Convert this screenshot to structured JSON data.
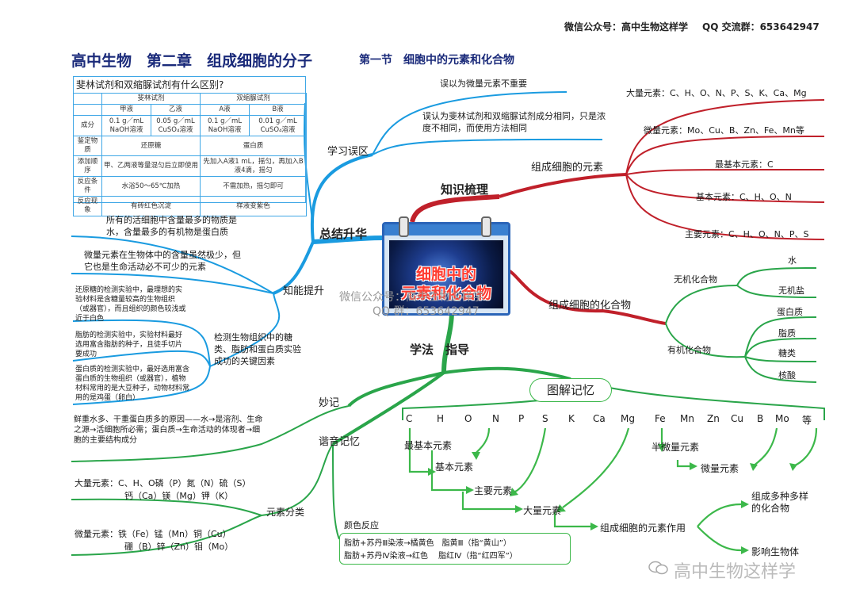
{
  "header": {
    "wechat": "微信公众号：高中生物这样学",
    "qq": "QQ 交流群：653642947",
    "title": "高中生物　第二章　组成细胞的分子",
    "section": "第一节　细胞中的元素和化合物"
  },
  "center": {
    "line1": "细胞中的",
    "line2": "元素和化合物",
    "watermark1": "微信公众号：高中生物这样学",
    "watermark2": "QQ 群：653642947"
  },
  "branches": {
    "knowledge": "知识梳理",
    "summary": "总结升华",
    "method": "学法　指导",
    "mistakes": "学习误区",
    "ability": "知能提升",
    "elements": "组成细胞的元素",
    "compounds": "组成细胞的化合物",
    "memo": "妙记",
    "homophone": "谐音记忆",
    "classify": "元素分类",
    "diagram": "图解记忆"
  },
  "mistakes": {
    "item1": "误以为微量元素不重要",
    "item2": "误认为斐林试剂和双缩脲试剂成分相同，只是浓度不相同，而使用方法相同"
  },
  "elements": {
    "major": "大量元素：C、H、O、N、P、S、K、Ca、Mg",
    "trace": "微量元素：Mo、Cu、B、Zn、Fe、Mn等",
    "most_basic": "最基本元素：C",
    "basic": "基本元素：C、H、O、N",
    "main": "主要元素：C、H、O、N、P、S"
  },
  "compounds": {
    "inorganic": "无机化合物",
    "water": "水",
    "salt": "无机盐",
    "organic": "有机化合物",
    "protein": "蛋白质",
    "fat": "脂质",
    "sugar": "糖类",
    "nucleic": "核酸"
  },
  "table": {
    "question": "斐林试剂和双缩脲试剂有什么区别?",
    "h_fehling": "斐林试剂",
    "h_biuret": "双缩脲试剂",
    "sub_a1": "甲液",
    "sub_b1": "乙液",
    "sub_a2": "A液",
    "sub_b2": "B液",
    "r_comp": "成分",
    "c1": "0.1 g／mL NaOH溶液",
    "c2": "0.05 g／mL CuSO₄溶液",
    "c3": "0.1 g／mL NaOH溶液",
    "c4": "0.01 g／mL CuSO₄溶液",
    "r_id": "鉴定物质",
    "id1": "还原糖",
    "id2": "蛋白质",
    "r_order": "添加顺序",
    "order1": "甲、乙两液等量混匀后立即使用",
    "order2": "先加入A液1 mL，摇匀，再加入B液4滴，摇匀",
    "r_cond": "反应条件",
    "cond1": "水浴50～65℃加热",
    "cond2": "不需加热，摇匀即可",
    "r_phen": "反应现象",
    "phen1": "有砖红色沉淀",
    "phen2": "样液变紫色"
  },
  "ability": {
    "fact1": "所有的活细胞中含量最多的物质是水，含量最多的有机物是蛋白质",
    "fact2": "微量元素在生物体中的含量虽然极少，但它也是生命活动必不可少的元素",
    "key": "检测生物组织中的糖类、脂肪和蛋白质实验成功的关键因素",
    "sugar_note": "还原糖的检测实验中，最理想的实验材料是含糖量较高的生物组织（或器官），而且组织的颜色较浅或近于白色",
    "fat_note": "脂肪的检测实验中，实验材料最好选用富含脂肪的种子，且徒手切片要成功",
    "protein_note": "蛋白质的检测实验中，最好选用富含蛋白质的生物组织（或器官），植物材料常用的是大豆种子，动物材料常用的是鸡蛋（卵白）"
  },
  "memo": {
    "text": "鲜重水多、干重蛋白质多的原因——水→是溶剂、生命之源→活细胞所必需；蛋白质→生命活动的体现者→细胞的主要结构成分"
  },
  "classify": {
    "major1": "大量元素：C、H、O磷（P）氮（N）硫（S）",
    "major2": "钙（Ca）镁（Mg）钾（K）",
    "trace1": "微量元素：铁（Fe）锰（Mn）铜（Cu）",
    "trace2": "硼（B）锌（Zn）钼（Mo）"
  },
  "color": {
    "title": "颜色反应",
    "line1": "脂肪+苏丹Ⅲ染液→橘黄色　脂黄Ⅲ（指“黄山”）",
    "line2": "脂肪+苏丹Ⅳ染液→红色　 脂红Ⅳ（指“红四军”）"
  },
  "diagram": {
    "symbols": [
      "C",
      "H",
      "O",
      "N",
      "P",
      "S",
      "K",
      "Ca",
      "Mg",
      "Fe",
      "Mn",
      "Zn",
      "Cu",
      "B",
      "Mo",
      "等"
    ],
    "most_basic": "最基本元素",
    "basic": "基本元素",
    "main": "主要元素",
    "major": "大量元素",
    "semi_trace": "半微量元素",
    "trace": "微量元素",
    "role": "组成细胞的元素作用",
    "role1": "组成多种多样的化合物",
    "role2": "影响生物体"
  },
  "footer": {
    "account": "高中生物这样学"
  },
  "colors": {
    "red": "#c0202a",
    "blue": "#1a9be0",
    "green": "#2aa54a",
    "title": "#1a2a7a"
  }
}
